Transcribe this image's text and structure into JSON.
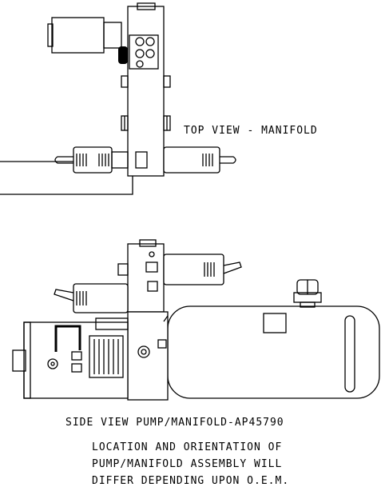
{
  "labels": {
    "top_view": "TOP VIEW - MANIFOLD",
    "side_view": "SIDE VIEW PUMP/MANIFOLD-AP45790",
    "note_line1": "LOCATION AND ORIENTATION OF",
    "note_line2": "PUMP/MANIFOLD ASSEMBLY WILL",
    "note_line3": "DIFFER DEPENDING UPON O.E.M."
  }
}
